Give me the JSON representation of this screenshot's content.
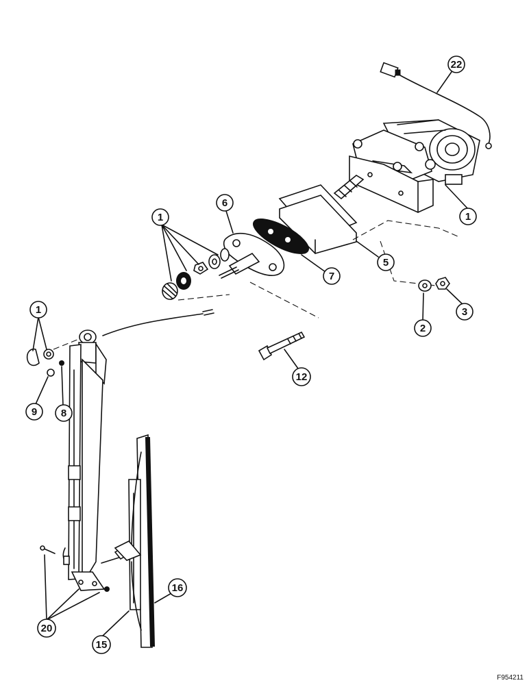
{
  "figure_id": "F954211",
  "callouts": [
    {
      "key": "c22",
      "label": "22"
    },
    {
      "key": "c1_motor",
      "label": "1"
    },
    {
      "key": "c6",
      "label": "6"
    },
    {
      "key": "c1_stack",
      "label": "1"
    },
    {
      "key": "c5",
      "label": "5"
    },
    {
      "key": "c7",
      "label": "7"
    },
    {
      "key": "c2",
      "label": "2"
    },
    {
      "key": "c3",
      "label": "3"
    },
    {
      "key": "c1_arm",
      "label": "1"
    },
    {
      "key": "c12",
      "label": "12"
    },
    {
      "key": "c9",
      "label": "9"
    },
    {
      "key": "c8",
      "label": "8"
    },
    {
      "key": "c16",
      "label": "16"
    },
    {
      "key": "c20",
      "label": "20"
    },
    {
      "key": "c15",
      "label": "15"
    }
  ]
}
